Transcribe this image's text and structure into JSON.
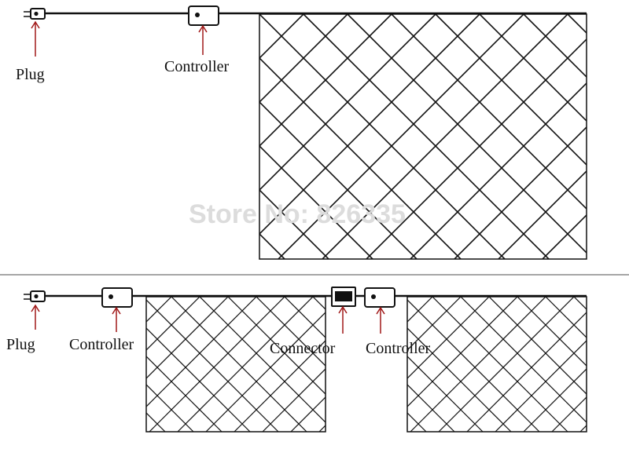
{
  "colors": {
    "background": "#ffffff",
    "line": "#111111",
    "arrow": "#a01818",
    "watermark": "#dcdcdc",
    "separator": "#888888"
  },
  "watermark": "Store No: 826335",
  "top_panel": {
    "plug_label": "Plug",
    "controller_label": "Controller",
    "plug_icon": "plug-icon",
    "controller_icon": "controller-box"
  },
  "bottom_panel": {
    "plug_label": "Plug",
    "controller1_label": "Controller",
    "connector_label": "Connector",
    "controller2_label": "Controller",
    "plug_icon": "plug-icon",
    "connector_icon": "connector-box"
  }
}
